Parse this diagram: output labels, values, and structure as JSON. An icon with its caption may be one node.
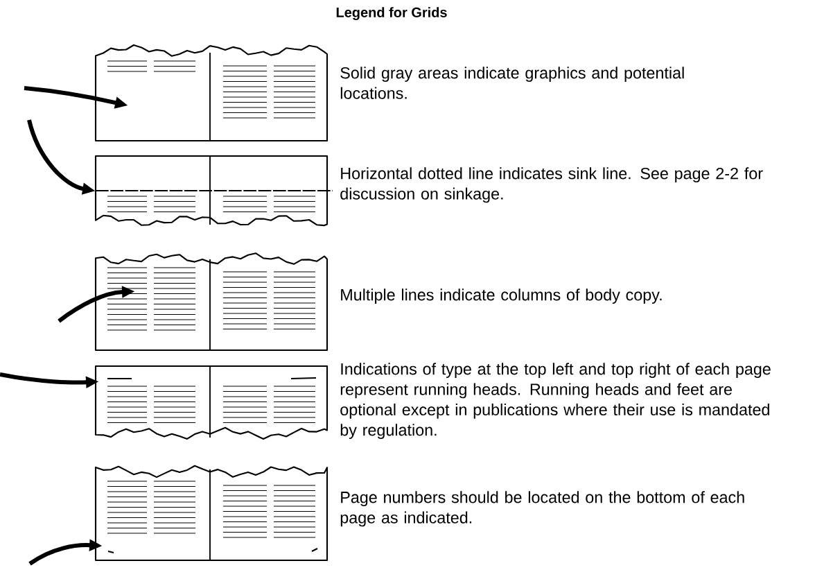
{
  "diagram": {
    "title": "Legend for Grids",
    "nodes": [
      {
        "text": [],
        "shape": "picture",
        "beside": [
          "Solid gray areas indicate graphics and potential locations."
        ]
      },
      {
        "text": [],
        "shape": "picture",
        "beside": [
          "Horizontal dotted line indicates sink line. See page 2-2 for discussion on sinkage."
        ]
      },
      {
        "text": [],
        "shape": "picture",
        "beside": [
          "Multiple lines indicate columns of body copy."
        ]
      },
      {
        "text": [],
        "shape": "picture",
        "beside": [
          "Indications of type at the top left and top right of each page represent running heads. Running heads and feet are optional except in publications where their use is mandated by regulation."
        ]
      },
      {
        "text": [],
        "shape": "picture",
        "beside": [
          "Page numbers should be located on the bottom of each page as indicated."
        ]
      }
    ],
    "edges": [
      {
        "from": null,
        "to": 0,
        "arrow": "to"
      },
      {
        "from": null,
        "to": 1,
        "arrow": "to"
      },
      {
        "from": null,
        "to": 2,
        "arrow": "to"
      },
      {
        "from": null,
        "to": 3,
        "arrow": "to"
      },
      {
        "from": null,
        "to": 4,
        "arrow": "to"
      }
    ]
  }
}
